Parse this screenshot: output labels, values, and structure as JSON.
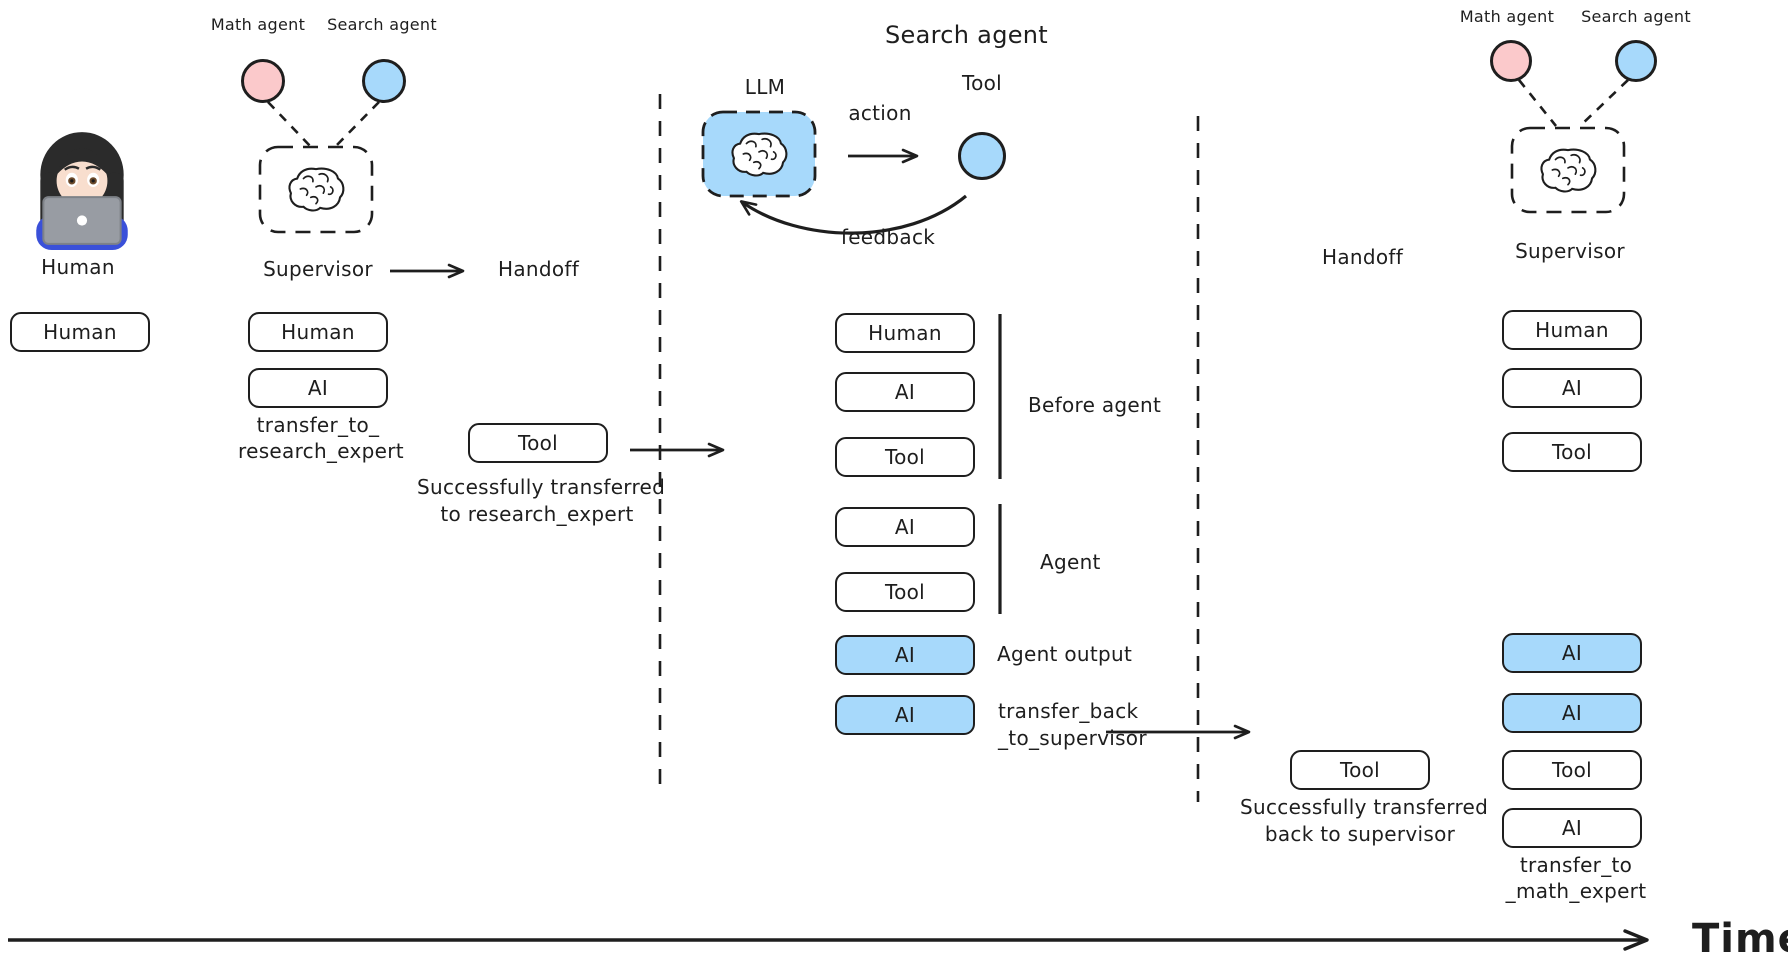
{
  "colors": {
    "agent_blue": "#A7D9FB",
    "agent_pink": "#FBC9CB",
    "ink": "#1E1E1E"
  },
  "human_lane": {
    "figure": "woman-technologist",
    "label": "Human",
    "message": "Human"
  },
  "supervisor_1": {
    "math_agent": "Math agent",
    "search_agent": "Search agent",
    "title": "Supervisor",
    "handoff_label": "Handoff",
    "messages": [
      {
        "label": "Human"
      },
      {
        "label": "AI"
      }
    ],
    "transfer_note_line1": "transfer_to_",
    "transfer_note_line2": "research_expert",
    "tool_message": "Tool",
    "success_note_line1": "Successfully transferred",
    "success_note_line2": "to research_expert"
  },
  "search_agent_lane": {
    "title": "Search agent",
    "llm_label": "LLM",
    "action_label": "action",
    "tool_label": "Tool",
    "feedback_label": "feedback",
    "messages": [
      {
        "label": "Human",
        "highlighted": false
      },
      {
        "label": "AI",
        "highlighted": false
      },
      {
        "label": "Tool",
        "highlighted": false
      },
      {
        "label": "AI",
        "highlighted": false
      },
      {
        "label": "Tool",
        "highlighted": false
      },
      {
        "label": "AI",
        "highlighted": true
      },
      {
        "label": "AI",
        "highlighted": true
      }
    ],
    "before_agent_label": "Before agent",
    "agent_label": "Agent",
    "agent_output_label": "Agent output",
    "transfer_back_line1": "transfer_back",
    "transfer_back_line2": "_to_supervisor"
  },
  "handoff_2": {
    "title": "Handoff",
    "tool_message": "Tool",
    "success_note_line1": "Successfully transferred",
    "success_note_line2": "back to supervisor"
  },
  "supervisor_2": {
    "math_agent": "Math agent",
    "search_agent": "Search agent",
    "title": "Supervisor",
    "messages": [
      {
        "label": "Human",
        "highlighted": false
      },
      {
        "label": "AI",
        "highlighted": false
      },
      {
        "label": "Tool",
        "highlighted": false
      },
      {
        "label": "AI",
        "highlighted": true
      },
      {
        "label": "AI",
        "highlighted": true
      },
      {
        "label": "Tool",
        "highlighted": false
      },
      {
        "label": "AI",
        "highlighted": false
      }
    ],
    "transfer_note_line1": "transfer_to",
    "transfer_note_line2": "_math_expert"
  },
  "timeline": {
    "label": "Time"
  }
}
